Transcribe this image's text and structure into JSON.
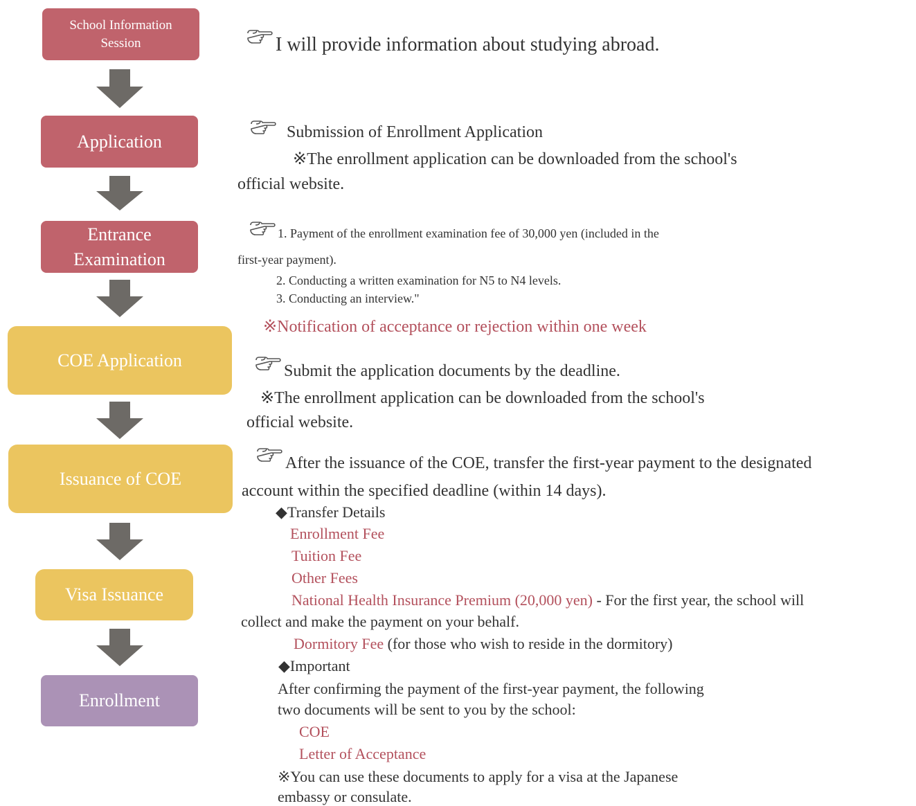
{
  "flow": {
    "steps": [
      {
        "label_1": "School Information",
        "label_2": "Session"
      },
      {
        "label": "Application"
      },
      {
        "label_1": "Entrance",
        "label_2": "Examination"
      },
      {
        "label": "COE Application"
      },
      {
        "label": "Issuance of COE"
      },
      {
        "label": "Visa Issuance"
      },
      {
        "label": "Enrollment"
      }
    ]
  },
  "info": {
    "session": "I will provide information about studying abroad.",
    "application": {
      "title": "Submission of Enrollment Application",
      "note_1": "※The enrollment application can be downloaded from the school's",
      "note_2": "official website."
    },
    "exam": {
      "line1": "1. Payment of the enrollment examination fee of 30,000 yen (included in the",
      "line1b": "first-year payment).",
      "line2": "2. Conducting a written examination for N5 to N4 levels.",
      "line3": "3. Conducting an interview.\"",
      "notice": "※Notification of acceptance or rejection within one week"
    },
    "coe_app": {
      "title": "Submit the application documents by the deadline.",
      "note_1": "※The enrollment application can be downloaded from the school's",
      "note_2": "official website."
    },
    "issuance": {
      "line1": "After the issuance of the COE, transfer the first-year payment to the designated",
      "line1b": "account within the specified deadline (within 14 days).",
      "transfer_heading": "◆Transfer Details",
      "fee_enrollment": "Enrollment Fee",
      "fee_tuition": "Tuition Fee",
      "fee_other": "Other Fees",
      "fee_insurance": "National Health Insurance Premium (20,000 yen)",
      "fee_insurance_rest": " - For the first year, the school will",
      "fee_insurance_rest2": "collect and make the payment on your behalf.",
      "fee_dormitory": "Dormitory Fee",
      "fee_dormitory_rest": " (for those who wish to reside in the dormitory)",
      "important_heading": "◆Important",
      "important_1": "After confirming the payment of the first-year payment, the following",
      "important_2": "two documents will be sent to you by the school:",
      "doc_coe": "COE",
      "doc_letter": "Letter of Acceptance",
      "visa_note_1": "※You can use these documents to apply for a visa at the Japanese",
      "visa_note_2": "embassy or consulate."
    }
  },
  "colors": {
    "step_red": "#c0636c",
    "step_yellow": "#ebc55f",
    "step_purple": "#ab92b6",
    "arrow": "#6d6a66",
    "highlight_text": "#b3505c"
  },
  "icons": {
    "pointer": "pointing-hand-icon",
    "arrow": "down-arrow-icon"
  }
}
